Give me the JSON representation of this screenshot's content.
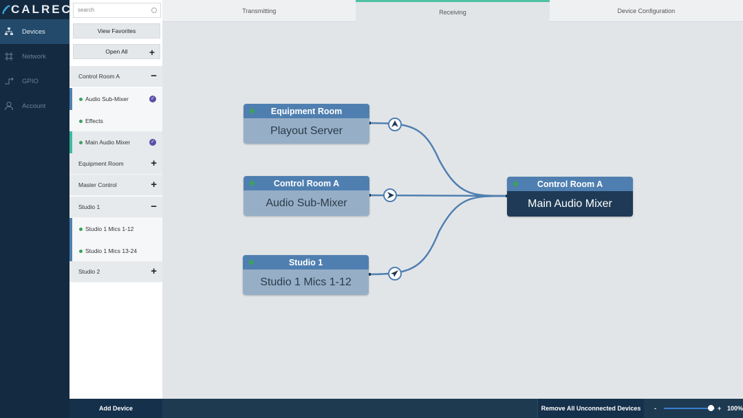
{
  "app": {
    "brand": "CALREC"
  },
  "nav": {
    "items": [
      {
        "label": "Devices",
        "icon": "devices-icon"
      },
      {
        "label": "Network",
        "icon": "grid-icon"
      },
      {
        "label": "GPIO",
        "icon": "gpio-icon"
      },
      {
        "label": "Account",
        "icon": "user-icon"
      }
    ]
  },
  "panel": {
    "search_placeholder": "search",
    "view_favorites": "View Favorites",
    "open_all": "Open All",
    "groups": [
      {
        "label": "Control Room A",
        "toggle": "−",
        "devices": [
          {
            "label": "Audio Sub-Mixer"
          },
          {
            "label": "Effects"
          },
          {
            "label": "Main Audio Mixer"
          }
        ]
      },
      {
        "label": "Equipment Room",
        "toggle": "+"
      },
      {
        "label": "Master Control",
        "toggle": "+"
      },
      {
        "label": "Studio 1",
        "toggle": "−",
        "devices": [
          {
            "label": "Studio 1 Mics 1-12"
          },
          {
            "label": "Studio 1 Mics 13-24"
          }
        ]
      },
      {
        "label": "Studio 2",
        "toggle": "+"
      }
    ],
    "checkmark": "✓"
  },
  "tabs": [
    "Transmitting",
    "Receiving",
    "Device Configuration"
  ],
  "active_tab": "Receiving",
  "canvas": {
    "sources": [
      {
        "room": "Equipment Room",
        "device": "Playout Server"
      },
      {
        "room": "Control Room A",
        "device": "Audio Sub-Mixer"
      },
      {
        "room": "Studio 1",
        "device": "Studio 1 Mics 1-12"
      }
    ],
    "destination": {
      "room": "Control Room A",
      "device": "Main Audio Mixer"
    }
  },
  "bottom": {
    "add_device": "Add Device",
    "remove_all": "Remove All Unconnected Devices",
    "zoom_minus": "-",
    "zoom_plus": "+",
    "zoom_percent": "100%",
    "zoom_level": 1.0
  },
  "colors": {
    "accent_teal": "#4fc1a3",
    "node_header": "#4f7fb0",
    "status_green": "#3aa25a",
    "connection_line": "#4f7fb0"
  }
}
